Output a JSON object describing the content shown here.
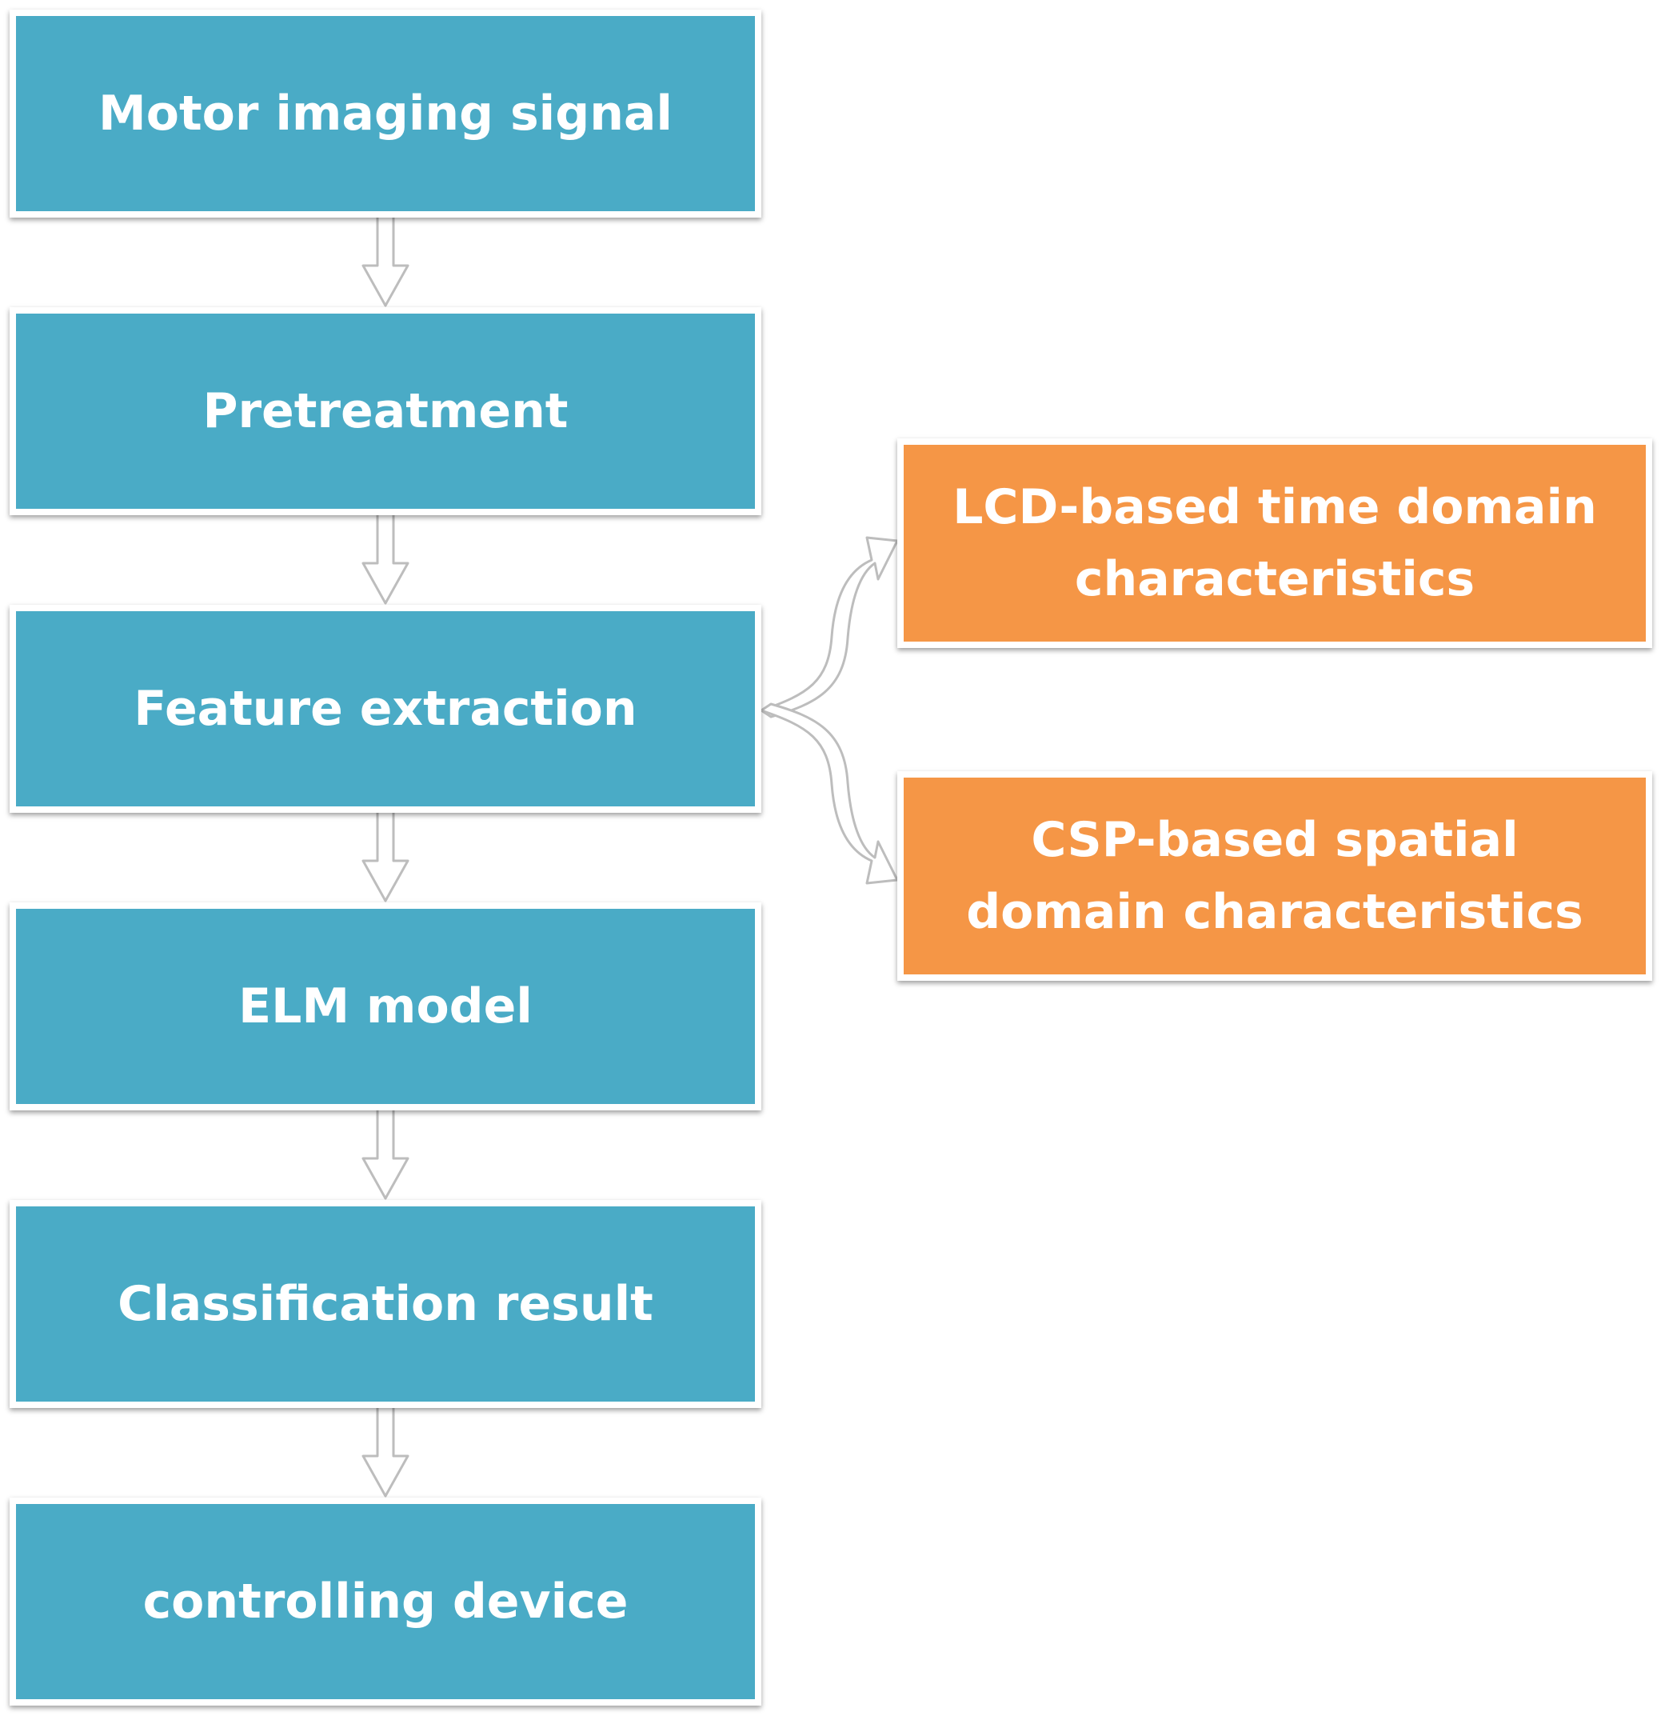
{
  "colors": {
    "main_box": "#4aabc6",
    "side_box": "#f59646",
    "arrow": "#ffffff",
    "arrow_outline": "#c8c8c8"
  },
  "flow": {
    "steps": [
      "Motor imaging signal",
      "Pretreatment",
      "Feature extraction",
      "ELM model",
      "Classification result",
      "controlling device"
    ]
  },
  "features": {
    "items": [
      "LCD-based time domain characteristics",
      "CSP-based spatial domain characteristics"
    ]
  }
}
